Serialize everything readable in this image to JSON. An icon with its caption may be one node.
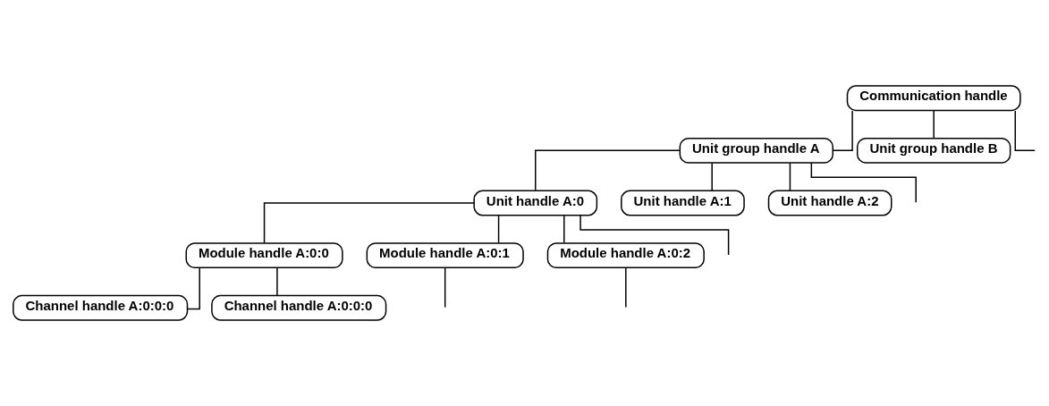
{
  "diagram": {
    "nodes": [
      {
        "text": [
          "Communication handle"
        ]
      },
      {
        "text": [
          "Unit group handle A"
        ]
      },
      {
        "text": [
          "Unit group handle B"
        ]
      },
      {
        "text": [
          "Unit handle A:0"
        ]
      },
      {
        "text": [
          "Unit handle A:1"
        ]
      },
      {
        "text": [
          "Unit handle A:2"
        ]
      },
      {
        "text": [
          "Module handle A:0:0"
        ]
      },
      {
        "text": [
          "Module handle A:0:1"
        ]
      },
      {
        "text": [
          "Module handle A:0:2"
        ]
      },
      {
        "text": [
          "Channel handle A:0:0:0"
        ]
      },
      {
        "text": [
          "Channel handle A:0:0:0"
        ]
      }
    ],
    "edges": [
      {
        "from": 0,
        "to": 1,
        "arrow": "none"
      },
      {
        "from": 0,
        "to": 2,
        "arrow": "none"
      },
      {
        "from": 0,
        "to": null,
        "arrow": "none"
      },
      {
        "from": 1,
        "to": 3,
        "arrow": "none"
      },
      {
        "from": 1,
        "to": 4,
        "arrow": "none"
      },
      {
        "from": 1,
        "to": 5,
        "arrow": "none"
      },
      {
        "from": 1,
        "to": null,
        "arrow": "none"
      },
      {
        "from": 3,
        "to": 6,
        "arrow": "none"
      },
      {
        "from": 3,
        "to": 7,
        "arrow": "none"
      },
      {
        "from": 3,
        "to": 8,
        "arrow": "none"
      },
      {
        "from": 3,
        "to": null,
        "arrow": "none"
      },
      {
        "from": 7,
        "to": null,
        "arrow": "none"
      },
      {
        "from": 8,
        "to": null,
        "arrow": "none"
      },
      {
        "from": 6,
        "to": 9,
        "arrow": "none"
      },
      {
        "from": 6,
        "to": 10,
        "arrow": "none"
      }
    ]
  }
}
